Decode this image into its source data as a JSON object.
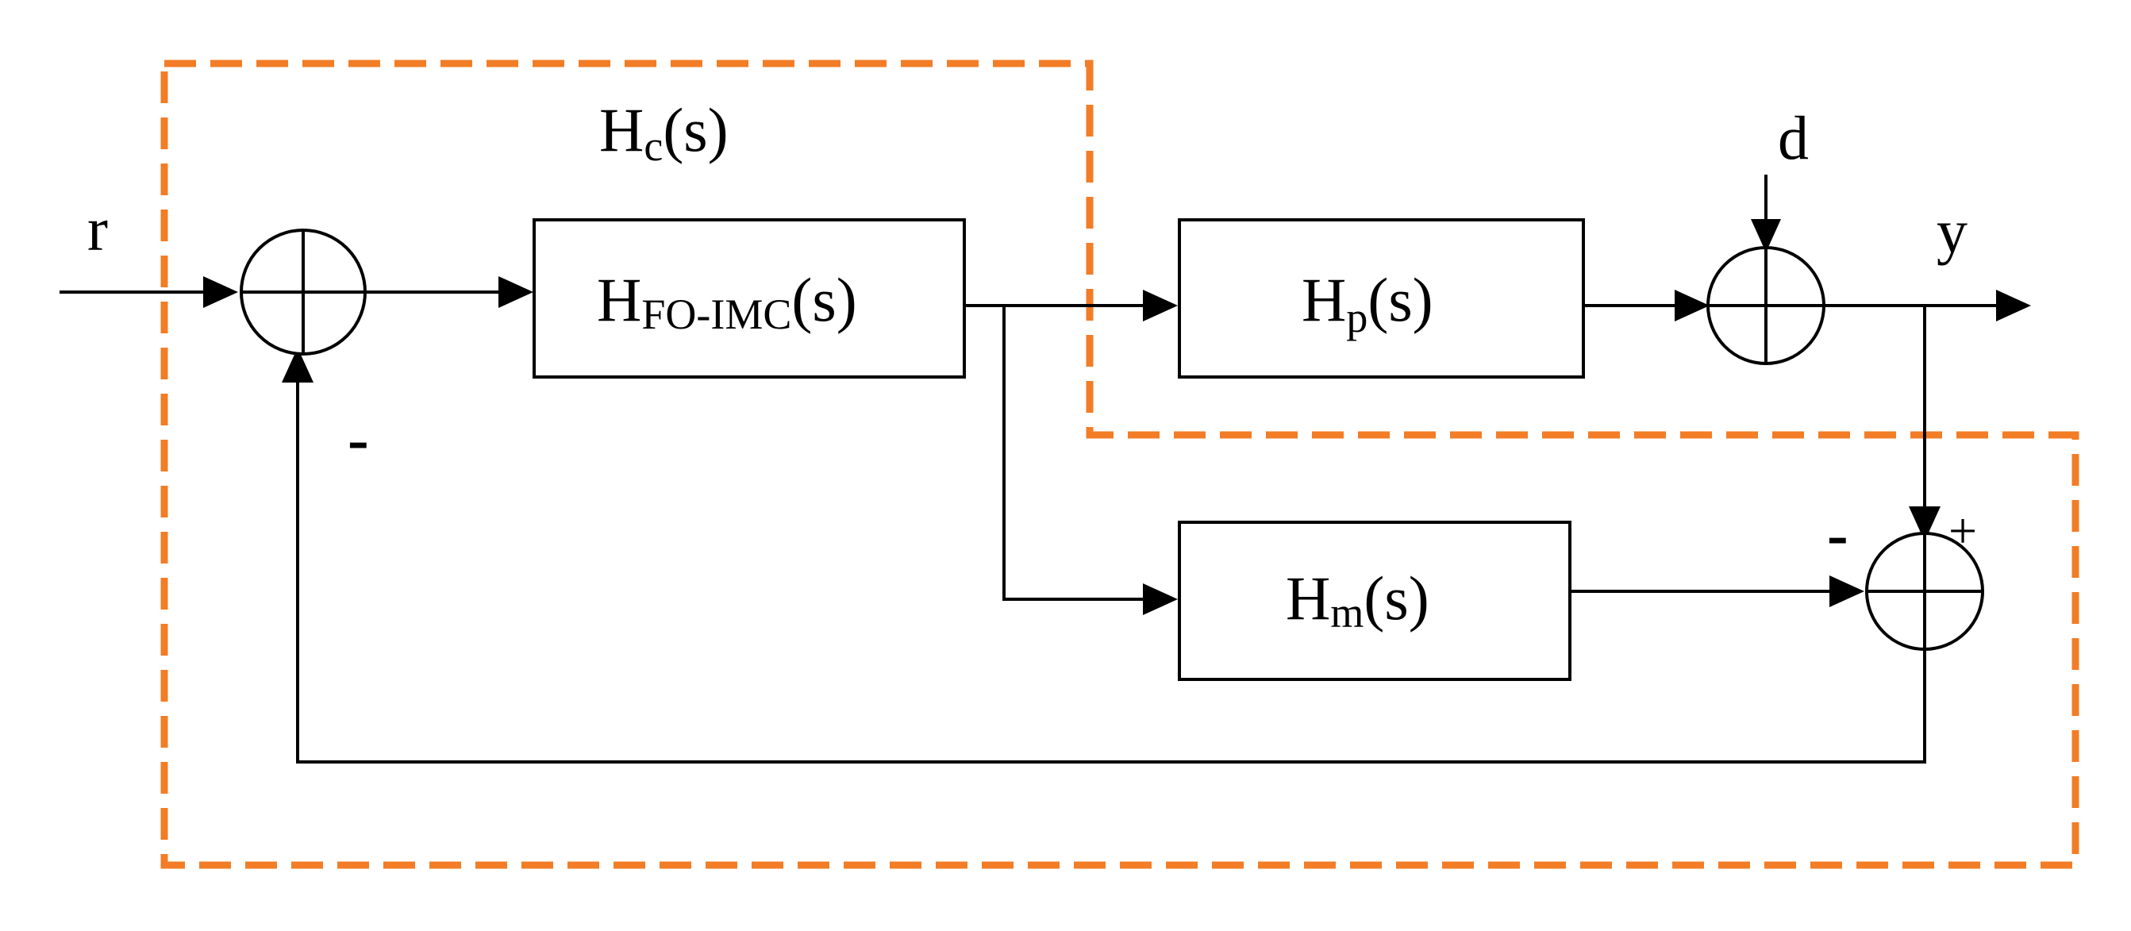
{
  "colors": {
    "group_box": "#f27d26",
    "line": "#000000",
    "background": "#ffffff"
  },
  "labels": {
    "controller_group": {
      "main": "H",
      "sub": "c",
      "tail": "(s)"
    },
    "fo_imc_block": {
      "main": "H",
      "sub": "FO-IMC",
      "tail": "(s)"
    },
    "plant_block": {
      "main": "H",
      "sub": "p",
      "tail": "(s)"
    },
    "model_block": {
      "main": "H",
      "sub": "m",
      "tail": "(s)"
    },
    "reference_signal": "r",
    "disturbance_signal": "d",
    "output_signal": "y",
    "feedback_sign": "-",
    "model_sign": "-",
    "output_sign": "+"
  }
}
